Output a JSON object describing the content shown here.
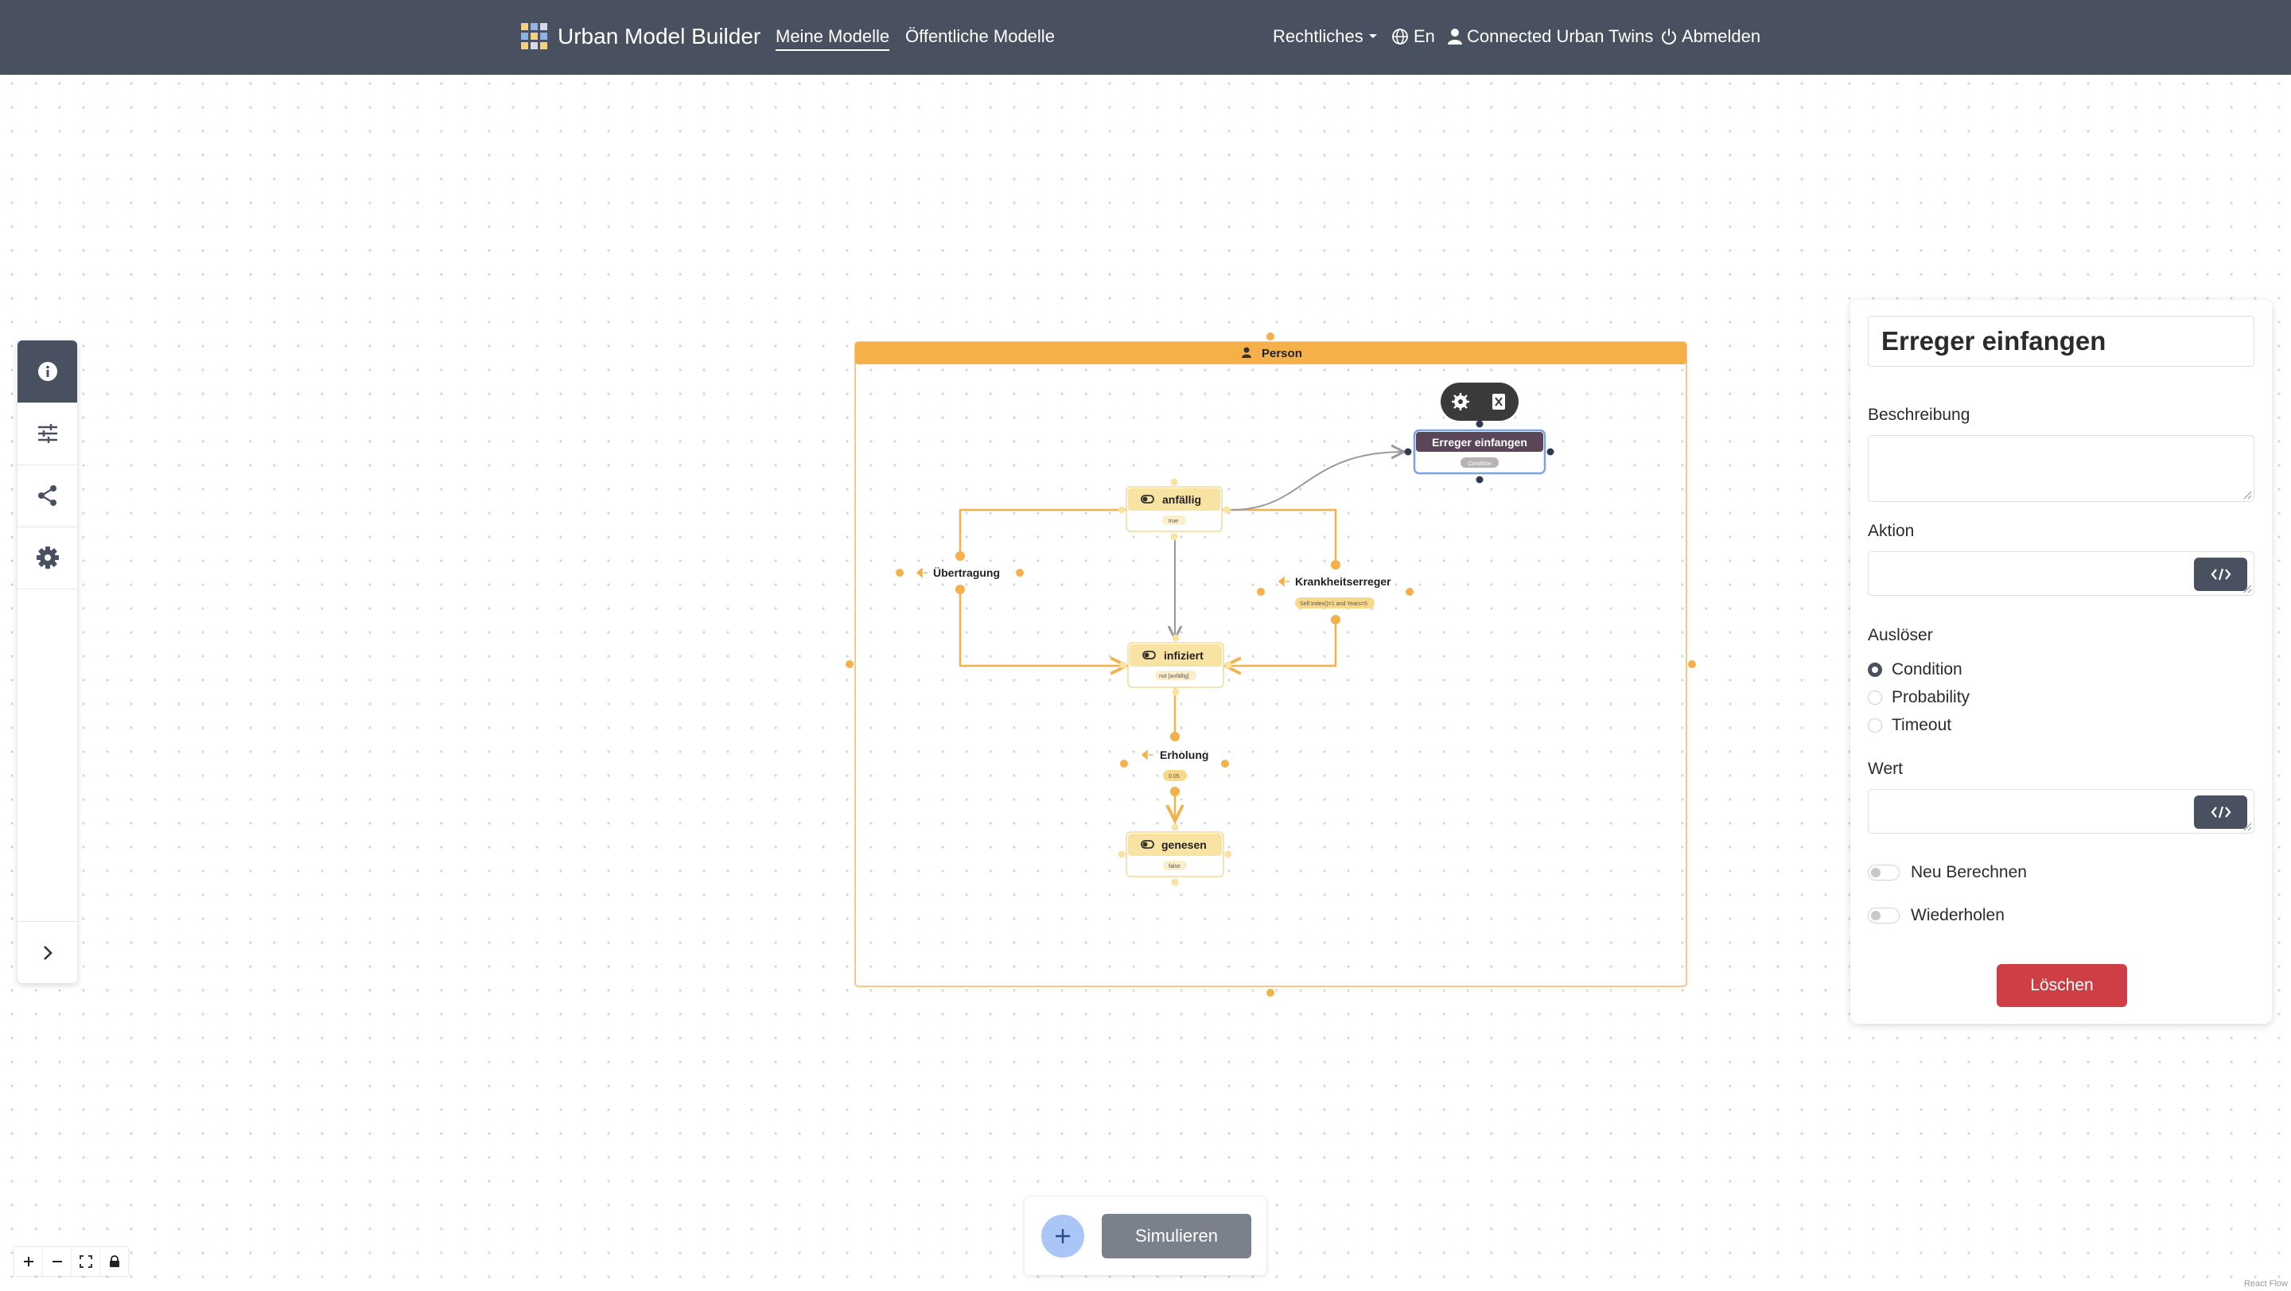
{
  "navbar": {
    "brand": "Urban Model Builder",
    "links": [
      {
        "label": "Meine Modelle",
        "active": true
      },
      {
        "label": "Öffentliche Modelle",
        "active": false
      }
    ],
    "legal": "Rechtliches",
    "language": "En",
    "user": "Connected Urban Twins",
    "logout": "Abmelden"
  },
  "sidebar": {
    "items": [
      {
        "icon": "info-icon",
        "active": true
      },
      {
        "icon": "sliders-icon",
        "active": false
      },
      {
        "icon": "share-icon",
        "active": false
      },
      {
        "icon": "gear-icon",
        "active": false
      }
    ],
    "expand_icon": "chevron-right-icon"
  },
  "canvas": {
    "group_title": "Person",
    "nodes": {
      "anfaellig": {
        "label": "anfällig",
        "sub": "true"
      },
      "infiziert": {
        "label": "infiziert",
        "sub": "not [anfällig]"
      },
      "genesen": {
        "label": "genesen",
        "sub": "false"
      },
      "uebertragung": {
        "label": "Übertragung"
      },
      "krankheitserreger": {
        "label": "Krankheitserreger",
        "sub": "Self.Index()=1 and Years=5"
      },
      "erholung": {
        "label": "Erholung",
        "sub": "0.05"
      },
      "erreger": {
        "label": "Erreger einfangen",
        "sub": "Condition"
      }
    },
    "colors": {
      "accent": "#f5b04a",
      "stock_fill": "#f8e3a3",
      "selected_header": "#5a4658",
      "selected_border": "#7aa2e6"
    }
  },
  "panel": {
    "title": "Erreger einfangen",
    "description_label": "Beschreibung",
    "description_value": "",
    "action_label": "Aktion",
    "action_value": "",
    "trigger_label": "Auslöser",
    "trigger_options": [
      {
        "label": "Condition",
        "checked": true
      },
      {
        "label": "Probability",
        "checked": false
      },
      {
        "label": "Timeout",
        "checked": false
      }
    ],
    "value_label": "Wert",
    "value_value": "",
    "toggles": [
      {
        "label": "Neu Berechnen",
        "on": false
      },
      {
        "label": "Wiederholen",
        "on": false
      }
    ],
    "delete_label": "Löschen",
    "delete_color": "#cf3e45"
  },
  "bottom_bar": {
    "simulate_label": "Simulieren"
  },
  "attribution": "React Flow"
}
